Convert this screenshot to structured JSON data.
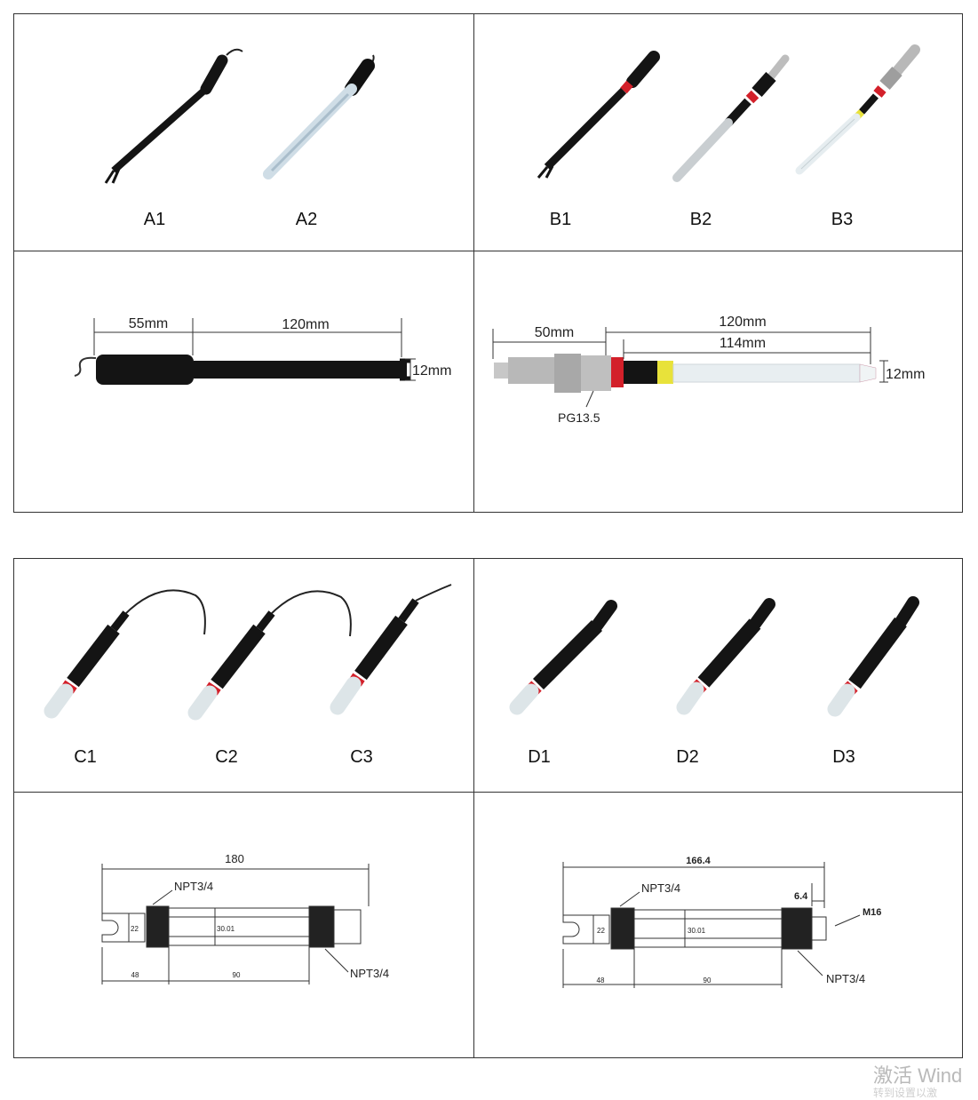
{
  "labels": {
    "a1": "A1",
    "a2": "A2",
    "b1": "B1",
    "b2": "B2",
    "b3": "B3",
    "c1": "C1",
    "c2": "C2",
    "c3": "C3",
    "d1": "D1",
    "d2": "D2",
    "d3": "D3"
  },
  "dims_a": {
    "head": "55mm",
    "body": "120mm",
    "dia": "12mm"
  },
  "dims_b": {
    "thread_len": "50mm",
    "total": "120mm",
    "glass": "114mm",
    "dia": "12mm",
    "thread": "PG13.5"
  },
  "drawing_c": {
    "total": "180",
    "thread_top": "NPT3/4",
    "thread_bottom": "NPT3/4",
    "d1": "22",
    "d2": "30.01",
    "l1": "48",
    "l2": "90"
  },
  "drawing_d": {
    "total": "166.4",
    "thread_top": "NPT3/4",
    "thread_bottom": "NPT3/4",
    "offset": "6.4",
    "connector": "M16",
    "d1": "22",
    "d2": "30.01",
    "l1": "48",
    "l2": "90"
  },
  "watermark": {
    "line1": "激活 Wind",
    "line2": "转到设置以激"
  },
  "colors": {
    "border": "#333333",
    "probe_black": "#141414",
    "ring_red": "#d3202a",
    "steel": "#b8b8b8",
    "glass": "#dfe9ee",
    "yellow": "#e8e23a"
  }
}
